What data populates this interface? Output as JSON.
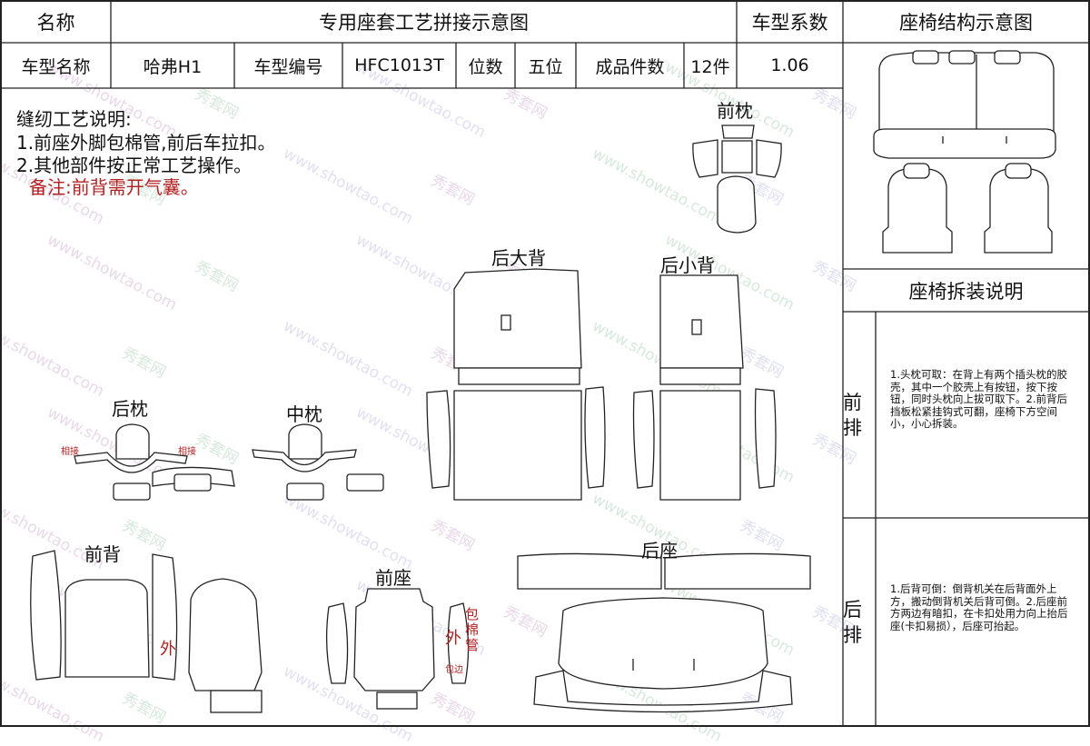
{
  "header": {
    "name_label": "名称",
    "title": "专用座套工艺拼接示意图",
    "coef_label": "车型系数",
    "struct_title": "座椅结构示意图",
    "model_name_label": "车型名称",
    "model_name": "哈弗H1",
    "model_code_label": "车型编号",
    "model_code": "HFC1013T",
    "seats_label": "位数",
    "seats": "五位",
    "pieces_label": "成品件数",
    "pieces": "12件",
    "coef": "1.06"
  },
  "craft": {
    "title": "缝纫工艺说明:",
    "line1": "1.前座外脚包棉管,前后车拉扣。",
    "line2": "2.其他部件按正常工艺操作。",
    "note": "备注:前背需开气囊。"
  },
  "parts": {
    "front_pillow": "前枕",
    "rear_big_back": "后大背",
    "rear_small_back": "后小背",
    "rear_pillow": "后枕",
    "mid_pillow": "中枕",
    "front_back": "前背",
    "front_seat": "前座",
    "rear_seat": "后座",
    "join_left": "相接",
    "join_right": "相接",
    "outer_front_back": "外",
    "outer_front_seat": "外",
    "wrap_cotton": "包棉管",
    "wrap_small": "包边"
  },
  "disassembly": {
    "title": "座椅拆装说明",
    "front_row": "前排",
    "front_text": "1.头枕可取：在背上有两个插头枕的胶壳，其中一个胶壳上有按钮，按下按钮，同时头枕向上拔可取下。2.前背后挡板松紧挂钩式可翻，座椅下方空间小，小心拆装。",
    "rear_row": "后排",
    "rear_text": "1.后背可倒：倒背机关在后背面外上方，搬动倒背机关后背可倒。2.后座前方两边有暗扣，在卡扣处用力向上抬后座(卡扣易损），后座可抬起。"
  },
  "watermark": {
    "cn": "秀套网",
    "url": "www.showtao.com"
  },
  "colors": {
    "line": "#222222",
    "note_red": "#b22222",
    "watermark": "#d8b9d8"
  }
}
